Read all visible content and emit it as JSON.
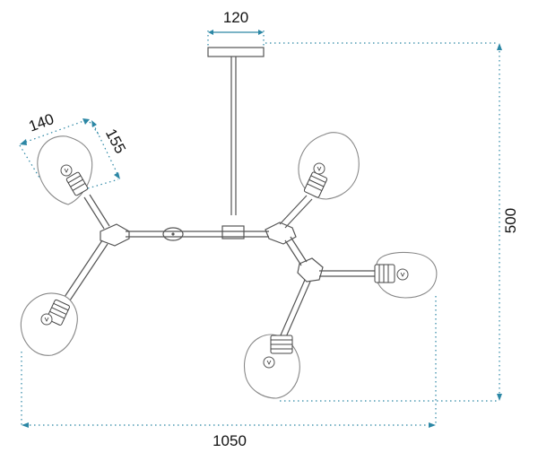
{
  "dimensions": {
    "canopy_width": "120",
    "shade_width": "140",
    "shade_height": "155",
    "total_height": "500",
    "total_width": "1050"
  },
  "colors": {
    "dimension_line": "#2c87a5",
    "frame": "#555555",
    "glass": "#888888"
  },
  "icons": {
    "bulb": "bulb-icon",
    "arrowhead": "arrowhead-icon"
  }
}
